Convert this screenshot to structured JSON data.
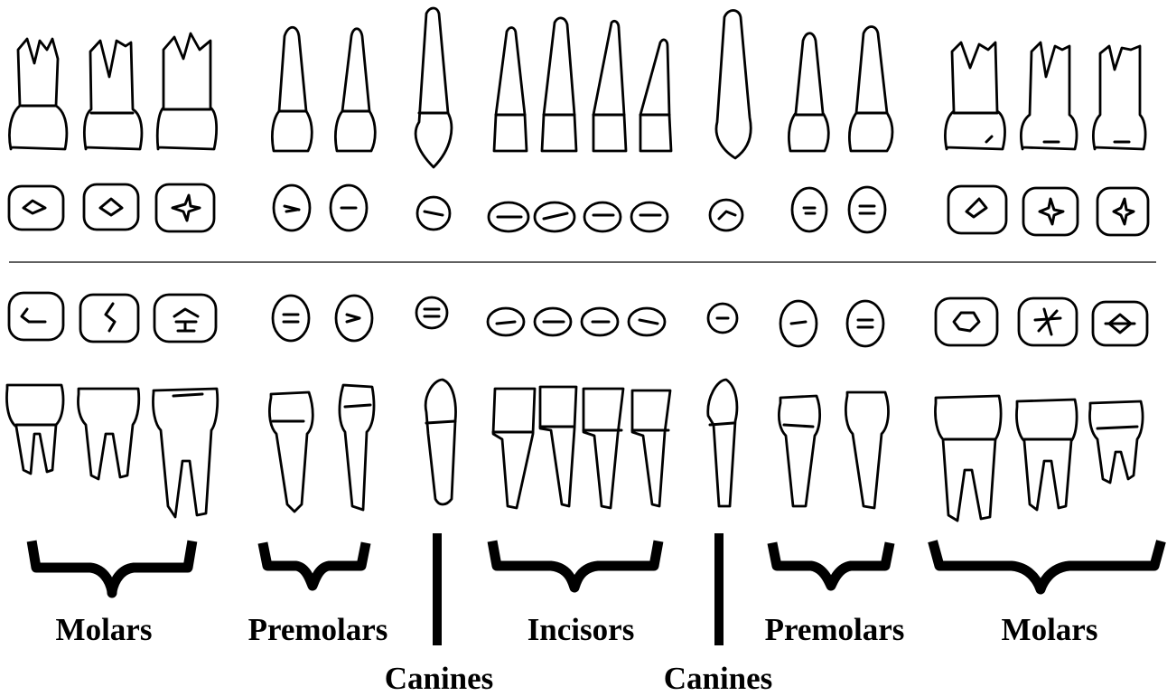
{
  "labels": {
    "molars_left": "Molars",
    "premolars_left": "Premolars",
    "incisors": "Incisors",
    "premolars_right": "Premolars",
    "molars_right": "Molars",
    "canines_left": "Canines",
    "canines_right": "Canines"
  },
  "colors": {
    "ink": "#000000",
    "background": "#ffffff"
  }
}
